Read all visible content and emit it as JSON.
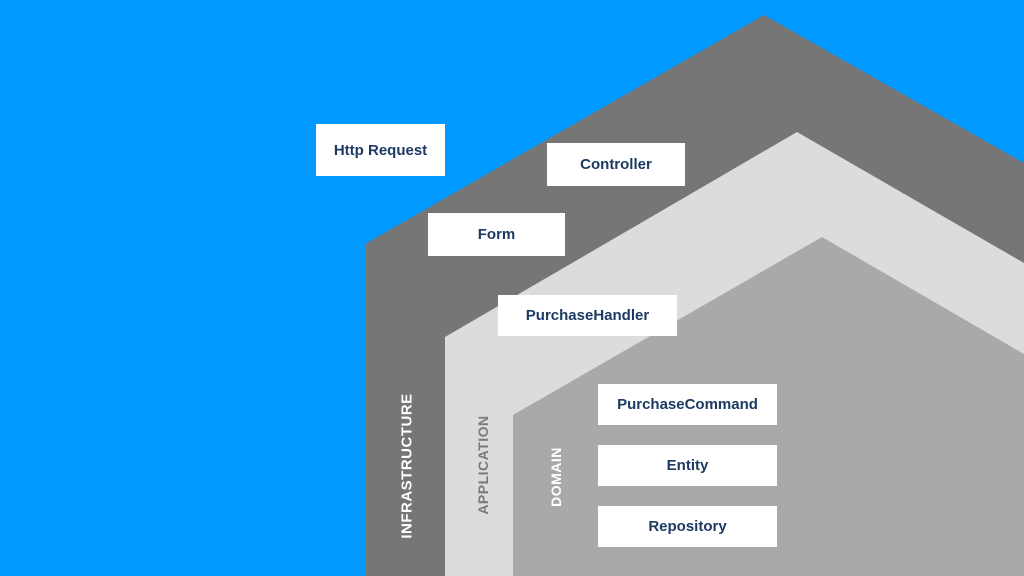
{
  "colors": {
    "background": "#0099FF",
    "infrastructure": "#767676",
    "application": "#DCDCDC",
    "domain": "#A9A9A9",
    "box_fill": "#FFFFFF",
    "box_text": "#1D3A63",
    "label_infrastructure": "#FFFFFF",
    "label_application": "#7A7A7A",
    "label_domain": "#FFFFFF"
  },
  "layers": {
    "infrastructure": "INFRASTRUCTURE",
    "application": "APPLICATION",
    "domain": "DOMAIN"
  },
  "boxes": {
    "http_request": "Http Request",
    "controller": "Controller",
    "form": "Form",
    "purchase_handler": "PurchaseHandler",
    "purchase_command": "PurchaseCommand",
    "entity": "Entity",
    "repository": "Repository"
  }
}
